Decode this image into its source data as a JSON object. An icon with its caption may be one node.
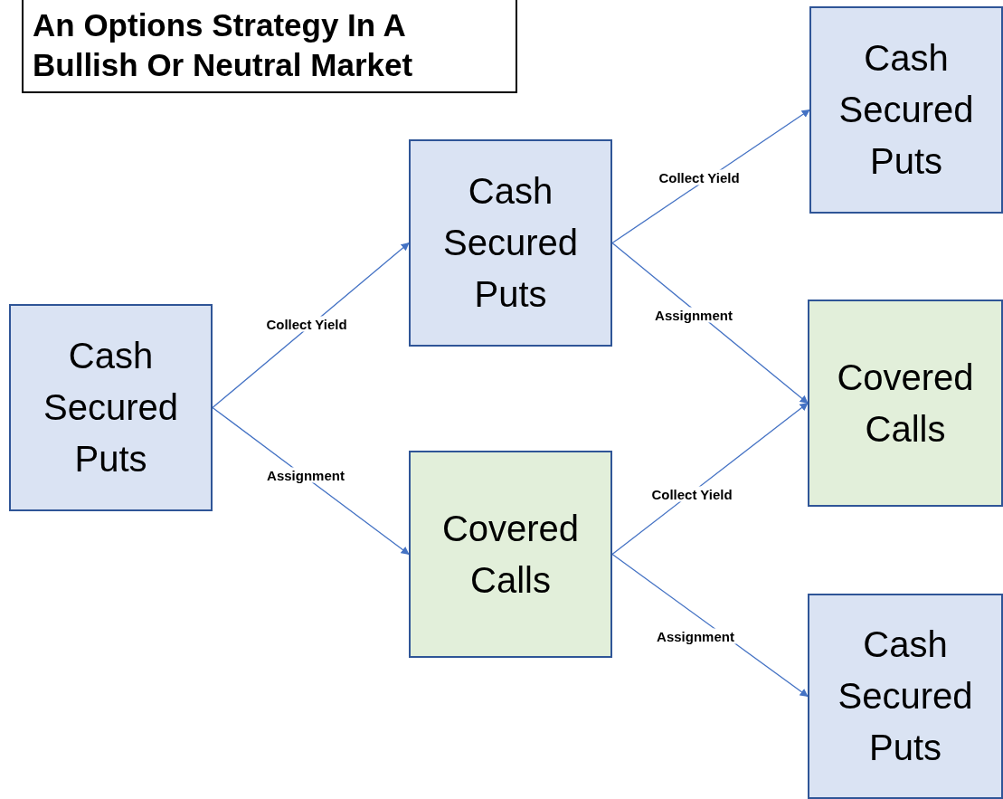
{
  "diagram": {
    "title": "An Options Strategy In A Bullish Or Neutral Market",
    "nodes": [
      {
        "text": [
          "Cash Secured Puts"
        ]
      },
      {
        "text": [
          "Cash Secured Puts"
        ]
      },
      {
        "text": [
          "Covered Calls"
        ]
      },
      {
        "text": [
          "Cash Secured Puts"
        ]
      },
      {
        "text": [
          "Covered Calls"
        ]
      },
      {
        "text": [
          "Cash Secured Puts"
        ]
      }
    ],
    "edges": [
      {
        "from": 0,
        "to": 1,
        "arrow": "to",
        "label": "Collect Yield"
      },
      {
        "from": 0,
        "to": 2,
        "arrow": "to",
        "label": "Assignment"
      },
      {
        "from": 1,
        "to": 3,
        "arrow": "to",
        "label": "Collect Yield"
      },
      {
        "from": 1,
        "to": 4,
        "arrow": "to",
        "label": "Assignment"
      },
      {
        "from": 2,
        "to": 4,
        "arrow": "to",
        "label": "Collect Yield"
      },
      {
        "from": 2,
        "to": 5,
        "arrow": "to",
        "label": "Assignment"
      }
    ]
  }
}
